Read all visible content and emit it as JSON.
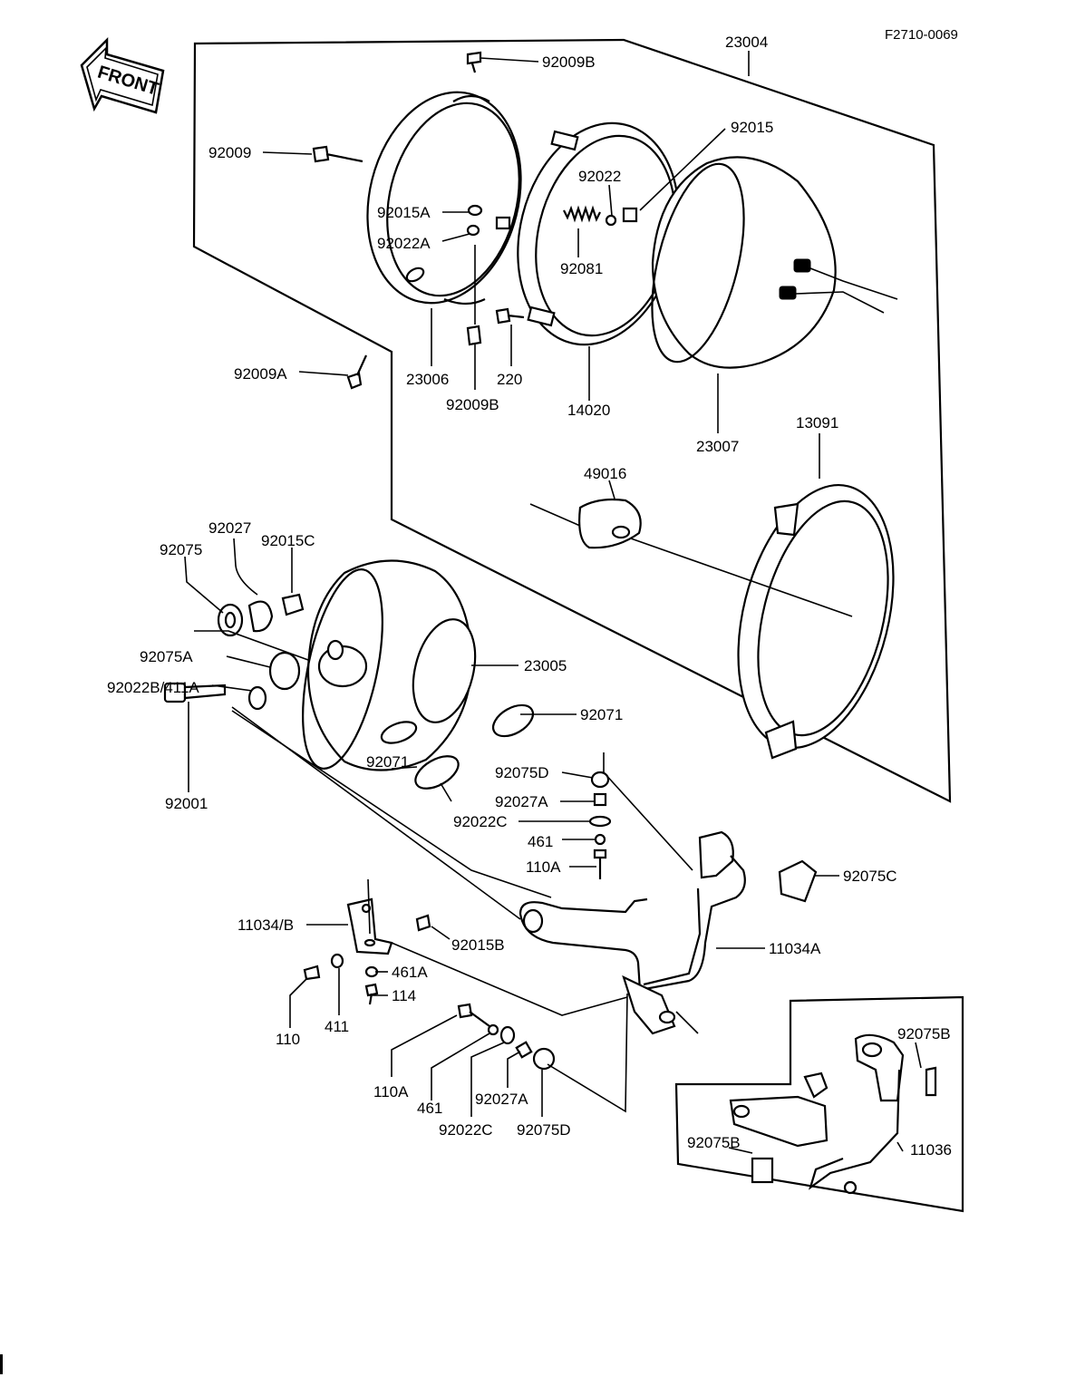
{
  "diagram_code": "F2710-0069",
  "front_arrow": "FRONT",
  "labels": {
    "l23004": "23004",
    "l92009B_top": "92009B",
    "l92015": "92015",
    "l92009": "92009",
    "l92022": "92022",
    "l92015A": "92015A",
    "l92022A": "92022A",
    "l92081": "92081",
    "l92009A": "92009A",
    "l23006": "23006",
    "l220": "220",
    "l92009B_bot": "92009B",
    "l14020": "14020",
    "l23007": "23007",
    "l13091": "13091",
    "l49016": "49016",
    "l92027": "92027",
    "l92075": "92075",
    "l92015C": "92015C",
    "l92075A": "92075A",
    "l23005": "23005",
    "l92022B411A": "92022B/411A",
    "l92071_r": "92071",
    "l92071_l": "92071",
    "l92001": "92001",
    "l92075D_top": "92075D",
    "l92027A_top": "92027A",
    "l92022C_top": "92022C",
    "l461_top": "461",
    "l110A_top": "110A",
    "l92075C": "92075C",
    "l11034B": "11034/B",
    "l92015B": "92015B",
    "l11034A": "11034A",
    "l461A": "461A",
    "l114": "114",
    "l110": "110",
    "l411": "411",
    "l110A_bot": "110A",
    "l461_bot": "461",
    "l92022C_bot": "92022C",
    "l92027A_bot": "92027A",
    "l92075D_bot": "92075D",
    "l92075B_r": "92075B",
    "l92075B_l": "92075B",
    "l11036": "11036"
  }
}
